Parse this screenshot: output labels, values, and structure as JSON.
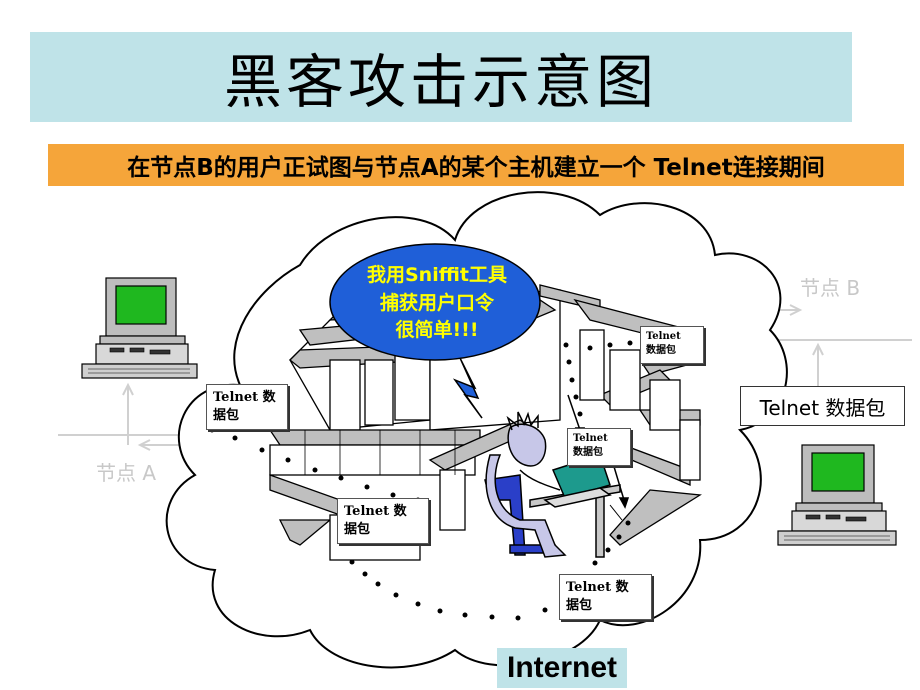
{
  "title": "黑客攻击示意图",
  "subtitle": "在节点B的用户正试图与节点A的某个主机建立一个 Telnet连接期间",
  "speech_bubble": {
    "lines": [
      "我用Sniffit工具",
      "捕获用户口令",
      "很简单!!!"
    ]
  },
  "node_a_label": "节点 A",
  "node_b_label": "节点 B",
  "packets": [
    {
      "line1": "Telnet 数",
      "line2": "据包"
    },
    {
      "line1": "Telnet 数",
      "line2": "据包"
    },
    {
      "line1": "Telnet 数",
      "line2": "据包"
    },
    {
      "line1": "Telnet",
      "line2": "数据包"
    },
    {
      "line1": "Telnet",
      "line2": "数据包"
    }
  ],
  "right_packet": "Telnet 数据包",
  "internet_label": "Internet",
  "colors": {
    "title_bg": "#bfe3e8",
    "subtitle_bg": "#f5a53a",
    "bubble_fill": "#1f5fd8",
    "bubble_text": "#ffff00",
    "screen_green": "#1fb81f",
    "network_label_bg": "#bfe3e8"
  }
}
